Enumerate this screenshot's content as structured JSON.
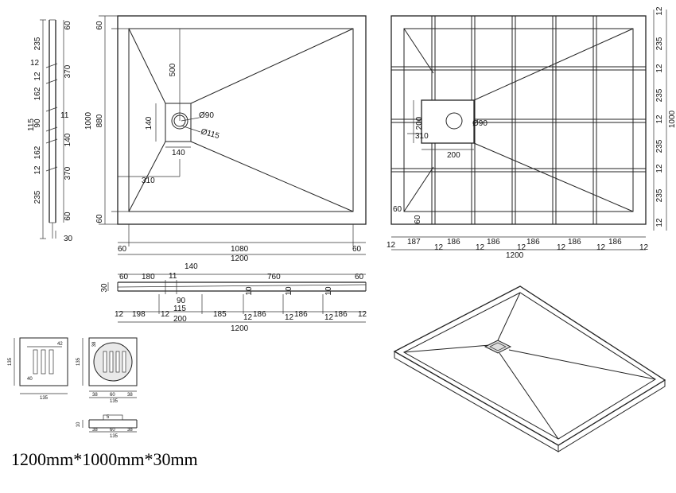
{
  "caption": "1200mm*1000mm*30mm",
  "side_view": {
    "segments_a": [
      "235",
      "370",
      "162",
      "115",
      "90",
      "140",
      "162",
      "370",
      "235"
    ],
    "small_a": [
      "12",
      "12",
      "11",
      "12",
      "12"
    ],
    "bottom": [
      "30"
    ],
    "top": "60",
    "mid": "140",
    "bot": "60"
  },
  "top_view": {
    "d60_top": "60",
    "d500": "500",
    "d880": "880",
    "d1000": "1000",
    "d140v": "140",
    "d140h": "140",
    "phi90": "Ø90",
    "phi115": "Ø115",
    "d310": "310",
    "d60_left": "60",
    "d60_br": "60",
    "d1080": "1080",
    "d1200": "1200",
    "d60_r": "60"
  },
  "grid_view": {
    "right": [
      "12",
      "235",
      "12",
      "235",
      "12",
      "235",
      "12",
      "235",
      "12"
    ],
    "d1000": "1000",
    "d200v": "200",
    "phi90": "Ø90",
    "d310": "310",
    "d200h": "200",
    "d60a": "60",
    "d60b": "60",
    "bottom": [
      "12",
      "187",
      "12",
      "186",
      "12",
      "186",
      "12",
      "186",
      "12",
      "186",
      "12",
      "186",
      "12"
    ],
    "d1200": "1200"
  },
  "section_view": {
    "top": [
      "60",
      "180",
      "140",
      "760",
      "60"
    ],
    "d30": "30",
    "d11": "11",
    "d90": "90",
    "d115": "115",
    "marks": [
      "10",
      "10",
      "10"
    ],
    "bottom": [
      "12",
      "198",
      "12",
      "185",
      "12",
      "186",
      "12",
      "186",
      "12"
    ],
    "d200": "200",
    "d1200": "1200"
  },
  "drain_details": {
    "d135": "135",
    "d42": "42",
    "d38": "38",
    "d60": "60",
    "d40": "40",
    "d10": "10",
    "d5": "5"
  }
}
